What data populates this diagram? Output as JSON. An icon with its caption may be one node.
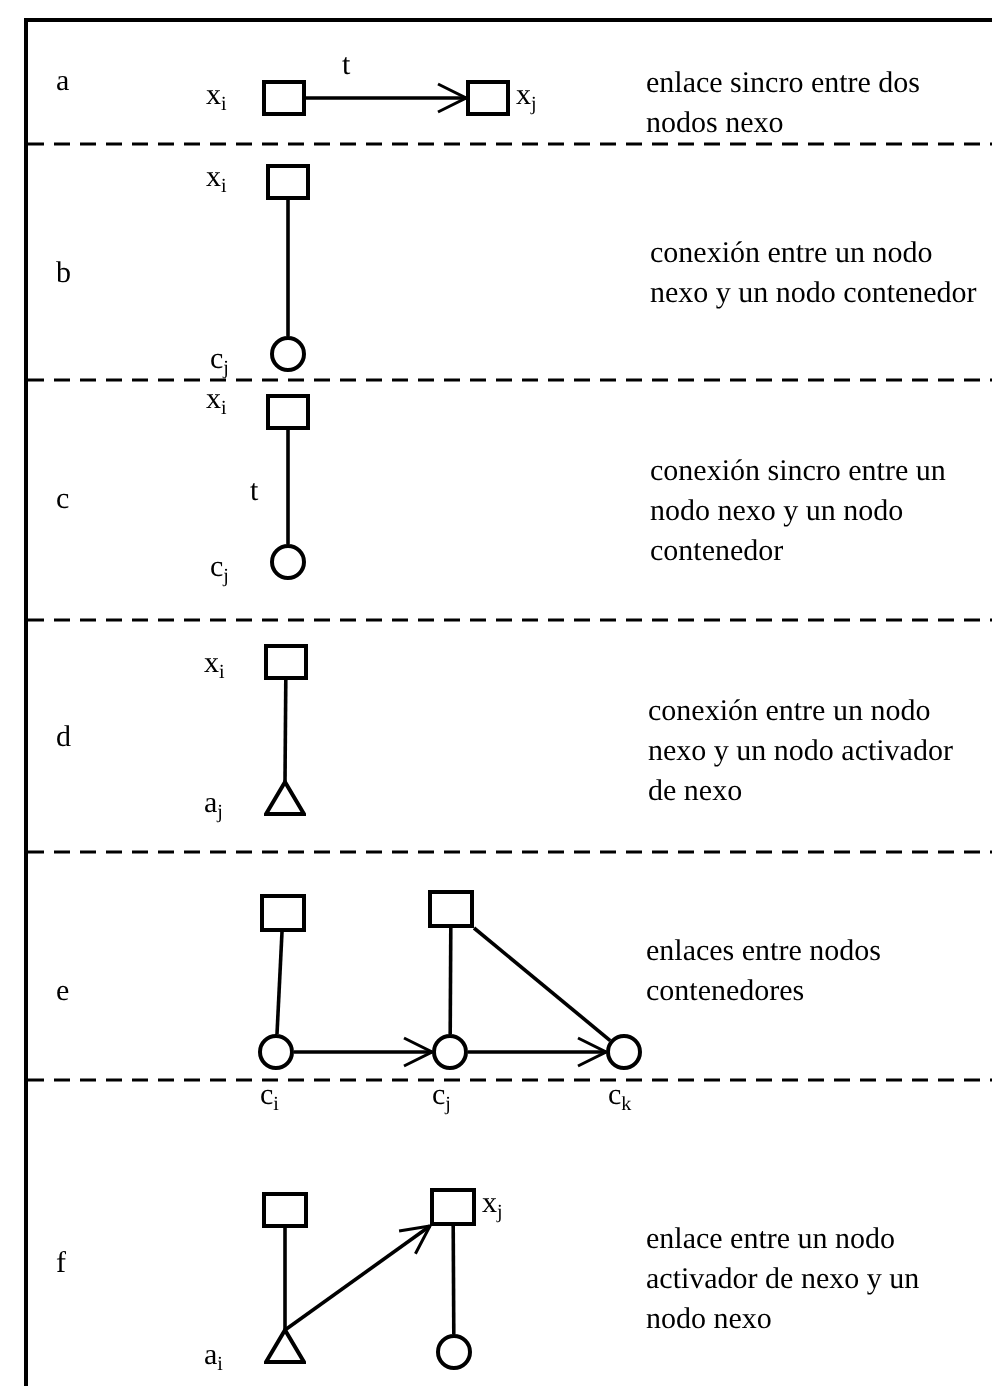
{
  "diagram": {
    "nodes": [
      {
        "text": [],
        "shape": "box",
        "beside": [
          "x$_{i}$"
        ]
      },
      {
        "text": [],
        "shape": "box",
        "beside": [
          "x$_{j}$"
        ]
      },
      {
        "text": [],
        "shape": "box",
        "beside": [
          "x$_{i}$"
        ]
      },
      {
        "text": [],
        "shape": "circle",
        "beside": [
          "c$_{j}$"
        ]
      },
      {
        "text": [],
        "shape": "box",
        "beside": [
          "x$_{i}$"
        ]
      },
      {
        "text": [],
        "shape": "circle",
        "beside": [
          "c$_{j}$"
        ]
      },
      {
        "text": [],
        "shape": "box",
        "beside": [
          "x$_{i}$"
        ]
      },
      {
        "text": [],
        "shape": "triangle",
        "beside": [
          "a$_{j}$"
        ]
      },
      {
        "text": [],
        "shape": "box"
      },
      {
        "text": [],
        "shape": "box"
      },
      {
        "text": [],
        "shape": "circle",
        "beside": [
          "c$_{i}$"
        ]
      },
      {
        "text": [],
        "shape": "circle",
        "beside": [
          "c$_{j}$"
        ]
      },
      {
        "text": [],
        "shape": "circle",
        "beside": [
          "c$_{k}$"
        ]
      },
      {
        "text": [],
        "shape": "box"
      },
      {
        "text": [],
        "shape": "box",
        "beside": [
          "x$_{j}$"
        ]
      },
      {
        "text": [],
        "shape": "triangle",
        "beside": [
          "a$_{i}$"
        ]
      },
      {
        "text": [],
        "shape": "circle"
      }
    ],
    "edges": [
      {
        "from": 0,
        "to": 1,
        "arrow": "to",
        "label": "t"
      },
      {
        "from": 2,
        "to": 3,
        "arrow": "none"
      },
      {
        "from": 4,
        "to": 5,
        "arrow": "none",
        "label": "t"
      },
      {
        "from": 6,
        "to": 7,
        "arrow": "none"
      },
      {
        "from": 8,
        "to": 10,
        "arrow": "none"
      },
      {
        "from": 9,
        "to": 11,
        "arrow": "none"
      },
      {
        "from": 9,
        "to": 12,
        "arrow": "none"
      },
      {
        "from": 10,
        "to": 11,
        "arrow": "to"
      },
      {
        "from": 11,
        "to": 12,
        "arrow": "to"
      },
      {
        "from": 13,
        "to": 15,
        "arrow": "none"
      },
      {
        "from": 15,
        "to": 14,
        "arrow": "to"
      },
      {
        "from": 14,
        "to": 16,
        "arrow": "none"
      }
    ],
    "labels": [
      "a",
      "enlace sincro entre dos nodos nexo",
      "b",
      "conexión entre un nodo nexo y un nodo contenedor",
      "c",
      "conexión sincro entre un nodo nexo y un nodo contenedor",
      "d",
      "conexión entre un nodo nexo y un nodo activador de nexo",
      "e",
      "enlaces entre nodos contenedores",
      "f",
      "enlace entre un nodo activador de nexo y un nodo nexo"
    ]
  }
}
